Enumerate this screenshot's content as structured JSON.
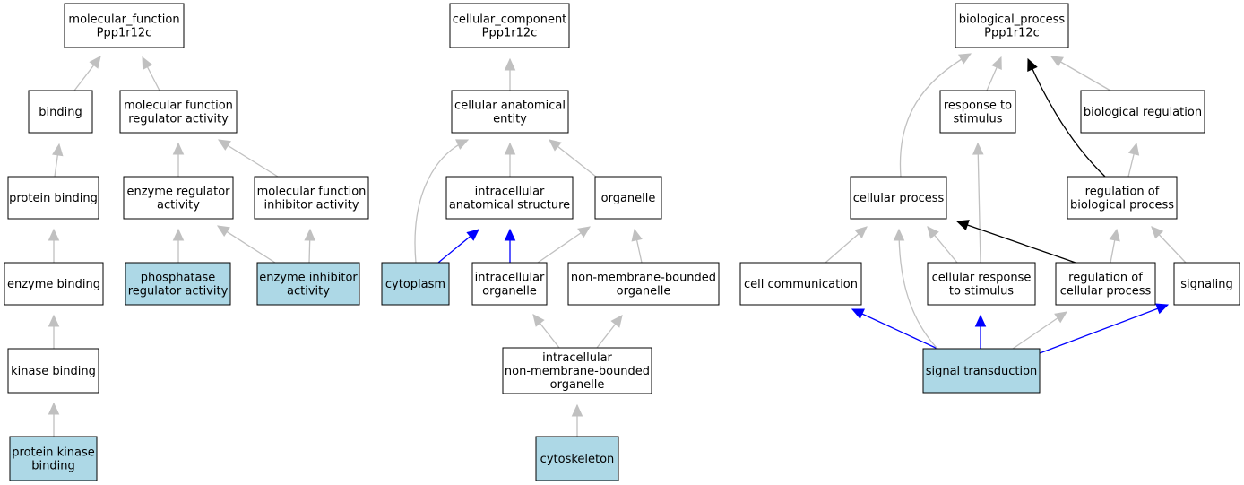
{
  "colors": {
    "annotated_fill": "#add8e6",
    "plain_fill": "#ffffff",
    "edge_gray": "#c0c0c0",
    "edge_blue": "#0000ff",
    "edge_black": "#000000"
  },
  "nodes": [
    {
      "id": "mf_root",
      "lines": [
        "molecular_function",
        "Ppp1r12c"
      ],
      "annotated": false
    },
    {
      "id": "binding",
      "lines": [
        "binding"
      ],
      "annotated": false
    },
    {
      "id": "mf_reg",
      "lines": [
        "molecular function",
        "regulator activity"
      ],
      "annotated": false
    },
    {
      "id": "protein_binding",
      "lines": [
        "protein binding"
      ],
      "annotated": false
    },
    {
      "id": "enzyme_reg",
      "lines": [
        "enzyme regulator",
        "activity"
      ],
      "annotated": false
    },
    {
      "id": "mf_inhib",
      "lines": [
        "molecular function",
        "inhibitor activity"
      ],
      "annotated": false
    },
    {
      "id": "enzyme_binding",
      "lines": [
        "enzyme binding"
      ],
      "annotated": false
    },
    {
      "id": "phosphatase_reg",
      "lines": [
        "phosphatase",
        "regulator activity"
      ],
      "annotated": true
    },
    {
      "id": "enzyme_inhib",
      "lines": [
        "enzyme inhibitor",
        "activity"
      ],
      "annotated": true
    },
    {
      "id": "kinase_binding",
      "lines": [
        "kinase binding"
      ],
      "annotated": false
    },
    {
      "id": "pk_binding",
      "lines": [
        "protein kinase",
        "binding"
      ],
      "annotated": true
    },
    {
      "id": "cc_root",
      "lines": [
        "cellular_component",
        "Ppp1r12c"
      ],
      "annotated": false
    },
    {
      "id": "cae",
      "lines": [
        "cellular anatomical",
        "entity"
      ],
      "annotated": false
    },
    {
      "id": "ias",
      "lines": [
        "intracellular",
        "anatomical structure"
      ],
      "annotated": false
    },
    {
      "id": "organelle",
      "lines": [
        "organelle"
      ],
      "annotated": false
    },
    {
      "id": "cytoplasm",
      "lines": [
        "cytoplasm"
      ],
      "annotated": true
    },
    {
      "id": "io",
      "lines": [
        "intracellular",
        "organelle"
      ],
      "annotated": false
    },
    {
      "id": "nmbo",
      "lines": [
        "non-membrane-bounded",
        "organelle"
      ],
      "annotated": false
    },
    {
      "id": "inmbo",
      "lines": [
        "intracellular",
        "non-membrane-bounded",
        "organelle"
      ],
      "annotated": false
    },
    {
      "id": "cytoskeleton",
      "lines": [
        "cytoskeleton"
      ],
      "annotated": true
    },
    {
      "id": "bp_root",
      "lines": [
        "biological_process",
        "Ppp1r12c"
      ],
      "annotated": false
    },
    {
      "id": "resp_stim",
      "lines": [
        "response to",
        "stimulus"
      ],
      "annotated": false
    },
    {
      "id": "bio_reg",
      "lines": [
        "biological regulation"
      ],
      "annotated": false
    },
    {
      "id": "cell_proc",
      "lines": [
        "cellular process"
      ],
      "annotated": false
    },
    {
      "id": "reg_bio_proc",
      "lines": [
        "regulation of",
        "biological process"
      ],
      "annotated": false
    },
    {
      "id": "cell_comm",
      "lines": [
        "cell communication"
      ],
      "annotated": false
    },
    {
      "id": "cell_resp",
      "lines": [
        "cellular response",
        "to stimulus"
      ],
      "annotated": false
    },
    {
      "id": "reg_cell_proc",
      "lines": [
        "regulation of",
        "cellular process"
      ],
      "annotated": false
    },
    {
      "id": "signaling",
      "lines": [
        "signaling"
      ],
      "annotated": false
    },
    {
      "id": "sig_trans",
      "lines": [
        "signal transduction"
      ],
      "annotated": true
    }
  ],
  "edges": [
    {
      "from": "binding",
      "to": "mf_root",
      "kind": "gray"
    },
    {
      "from": "mf_reg",
      "to": "mf_root",
      "kind": "gray"
    },
    {
      "from": "protein_binding",
      "to": "binding",
      "kind": "gray"
    },
    {
      "from": "enzyme_reg",
      "to": "mf_reg",
      "kind": "gray"
    },
    {
      "from": "mf_inhib",
      "to": "mf_reg",
      "kind": "gray"
    },
    {
      "from": "enzyme_binding",
      "to": "protein_binding",
      "kind": "gray"
    },
    {
      "from": "phosphatase_reg",
      "to": "enzyme_reg",
      "kind": "gray"
    },
    {
      "from": "enzyme_inhib",
      "to": "enzyme_reg",
      "kind": "gray"
    },
    {
      "from": "enzyme_inhib",
      "to": "mf_inhib",
      "kind": "gray"
    },
    {
      "from": "kinase_binding",
      "to": "enzyme_binding",
      "kind": "gray"
    },
    {
      "from": "pk_binding",
      "to": "kinase_binding",
      "kind": "gray"
    },
    {
      "from": "cae",
      "to": "cc_root",
      "kind": "gray"
    },
    {
      "from": "ias",
      "to": "cae",
      "kind": "gray"
    },
    {
      "from": "organelle",
      "to": "cae",
      "kind": "gray"
    },
    {
      "from": "cytoplasm",
      "to": "cae",
      "kind": "gray"
    },
    {
      "from": "cytoplasm",
      "to": "ias",
      "kind": "blue"
    },
    {
      "from": "io",
      "to": "ias",
      "kind": "blue"
    },
    {
      "from": "io",
      "to": "organelle",
      "kind": "gray"
    },
    {
      "from": "nmbo",
      "to": "organelle",
      "kind": "gray"
    },
    {
      "from": "inmbo",
      "to": "io",
      "kind": "gray"
    },
    {
      "from": "inmbo",
      "to": "nmbo",
      "kind": "gray"
    },
    {
      "from": "cytoskeleton",
      "to": "inmbo",
      "kind": "gray"
    },
    {
      "from": "resp_stim",
      "to": "bp_root",
      "kind": "gray"
    },
    {
      "from": "bio_reg",
      "to": "bp_root",
      "kind": "gray"
    },
    {
      "from": "cell_proc",
      "to": "bp_root",
      "kind": "gray"
    },
    {
      "from": "reg_bio_proc",
      "to": "bp_root",
      "kind": "black"
    },
    {
      "from": "reg_bio_proc",
      "to": "bio_reg",
      "kind": "gray"
    },
    {
      "from": "cell_resp",
      "to": "resp_stim",
      "kind": "gray"
    },
    {
      "from": "cell_comm",
      "to": "cell_proc",
      "kind": "gray"
    },
    {
      "from": "cell_resp",
      "to": "cell_proc",
      "kind": "gray"
    },
    {
      "from": "reg_cell_proc",
      "to": "cell_proc",
      "kind": "black"
    },
    {
      "from": "reg_cell_proc",
      "to": "reg_bio_proc",
      "kind": "gray"
    },
    {
      "from": "signaling",
      "to": "reg_bio_proc",
      "kind": "gray"
    },
    {
      "from": "sig_trans",
      "to": "cell_comm",
      "kind": "blue"
    },
    {
      "from": "sig_trans",
      "to": "cell_resp",
      "kind": "blue"
    },
    {
      "from": "sig_trans",
      "to": "signaling",
      "kind": "blue"
    },
    {
      "from": "sig_trans",
      "to": "reg_cell_proc",
      "kind": "gray"
    },
    {
      "from": "sig_trans",
      "to": "cell_proc",
      "kind": "gray"
    }
  ]
}
